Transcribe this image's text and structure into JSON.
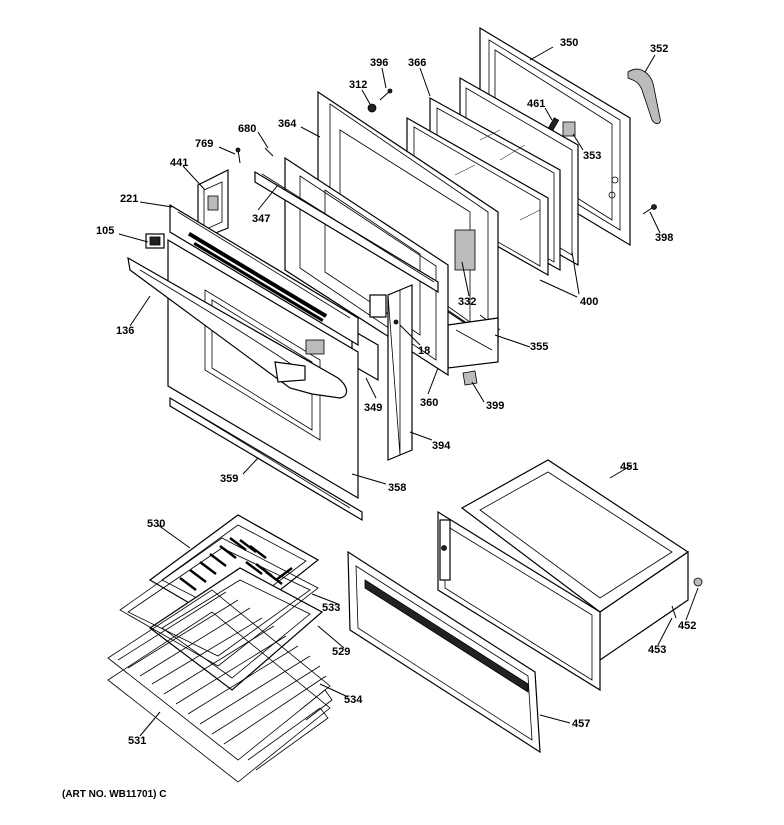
{
  "art_number": "(ART NO. WB11701) C",
  "part_labels": {
    "p350": "350",
    "p352": "352",
    "p396": "396",
    "p366": "366",
    "p312": "312",
    "p461": "461",
    "p364": "364",
    "p680": "680",
    "p353": "353",
    "p769": "769",
    "p441": "441",
    "p221": "221",
    "p347": "347",
    "p398": "398",
    "p105": "105",
    "p400": "400",
    "p332": "332",
    "p136": "136",
    "p18": "18",
    "p355": "355",
    "p349": "349",
    "p360": "360",
    "p399": "399",
    "p394": "394",
    "p359": "359",
    "p358": "358",
    "p451": "451",
    "p530": "530",
    "p533": "533",
    "p529": "529",
    "p452": "452",
    "p453": "453",
    "p534": "534",
    "p457": "457",
    "p531": "531"
  }
}
